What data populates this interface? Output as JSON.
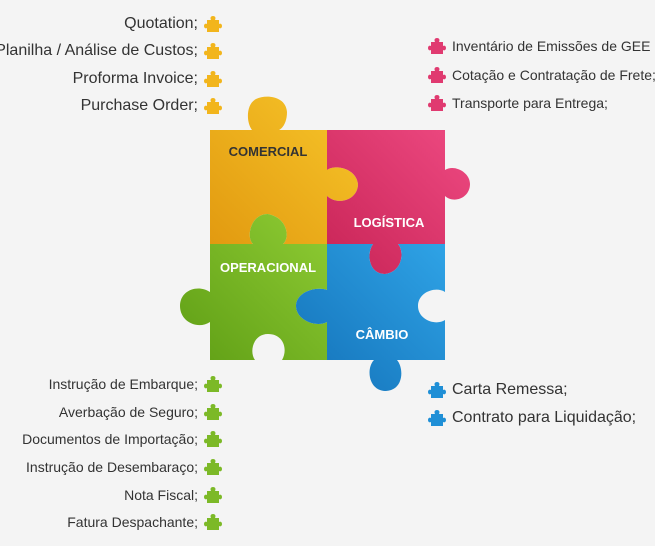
{
  "colors": {
    "comercial": "#f2b51c",
    "logistica": "#e03a70",
    "operacional": "#7cb927",
    "cambio": "#1f8fd6"
  },
  "icon": "puzzle-piece-icon",
  "pieces": {
    "comercial": "COMERCIAL",
    "logistica": "LOGÍSTICA",
    "operacional": "OPERACIONAL",
    "cambio": "CÂMBIO"
  },
  "lists": {
    "comercial": [
      "Quotation;",
      "Planilha / Análise de Custos;",
      "Proforma Invoice;",
      "Purchase Order;"
    ],
    "logistica": [
      "Inventário de Emissões de GEE",
      "Cotação e Contratação de Frete;",
      "Transporte para Entrega;"
    ],
    "operacional": [
      "Instrução de Embarque;",
      "Averbação de Seguro;",
      "Documentos de Importação;",
      "Instrução de Desembaraço;",
      "Nota Fiscal;",
      "Fatura Despachante;"
    ],
    "cambio": [
      "Carta Remessa;",
      "Contrato para Liquidação;"
    ]
  }
}
